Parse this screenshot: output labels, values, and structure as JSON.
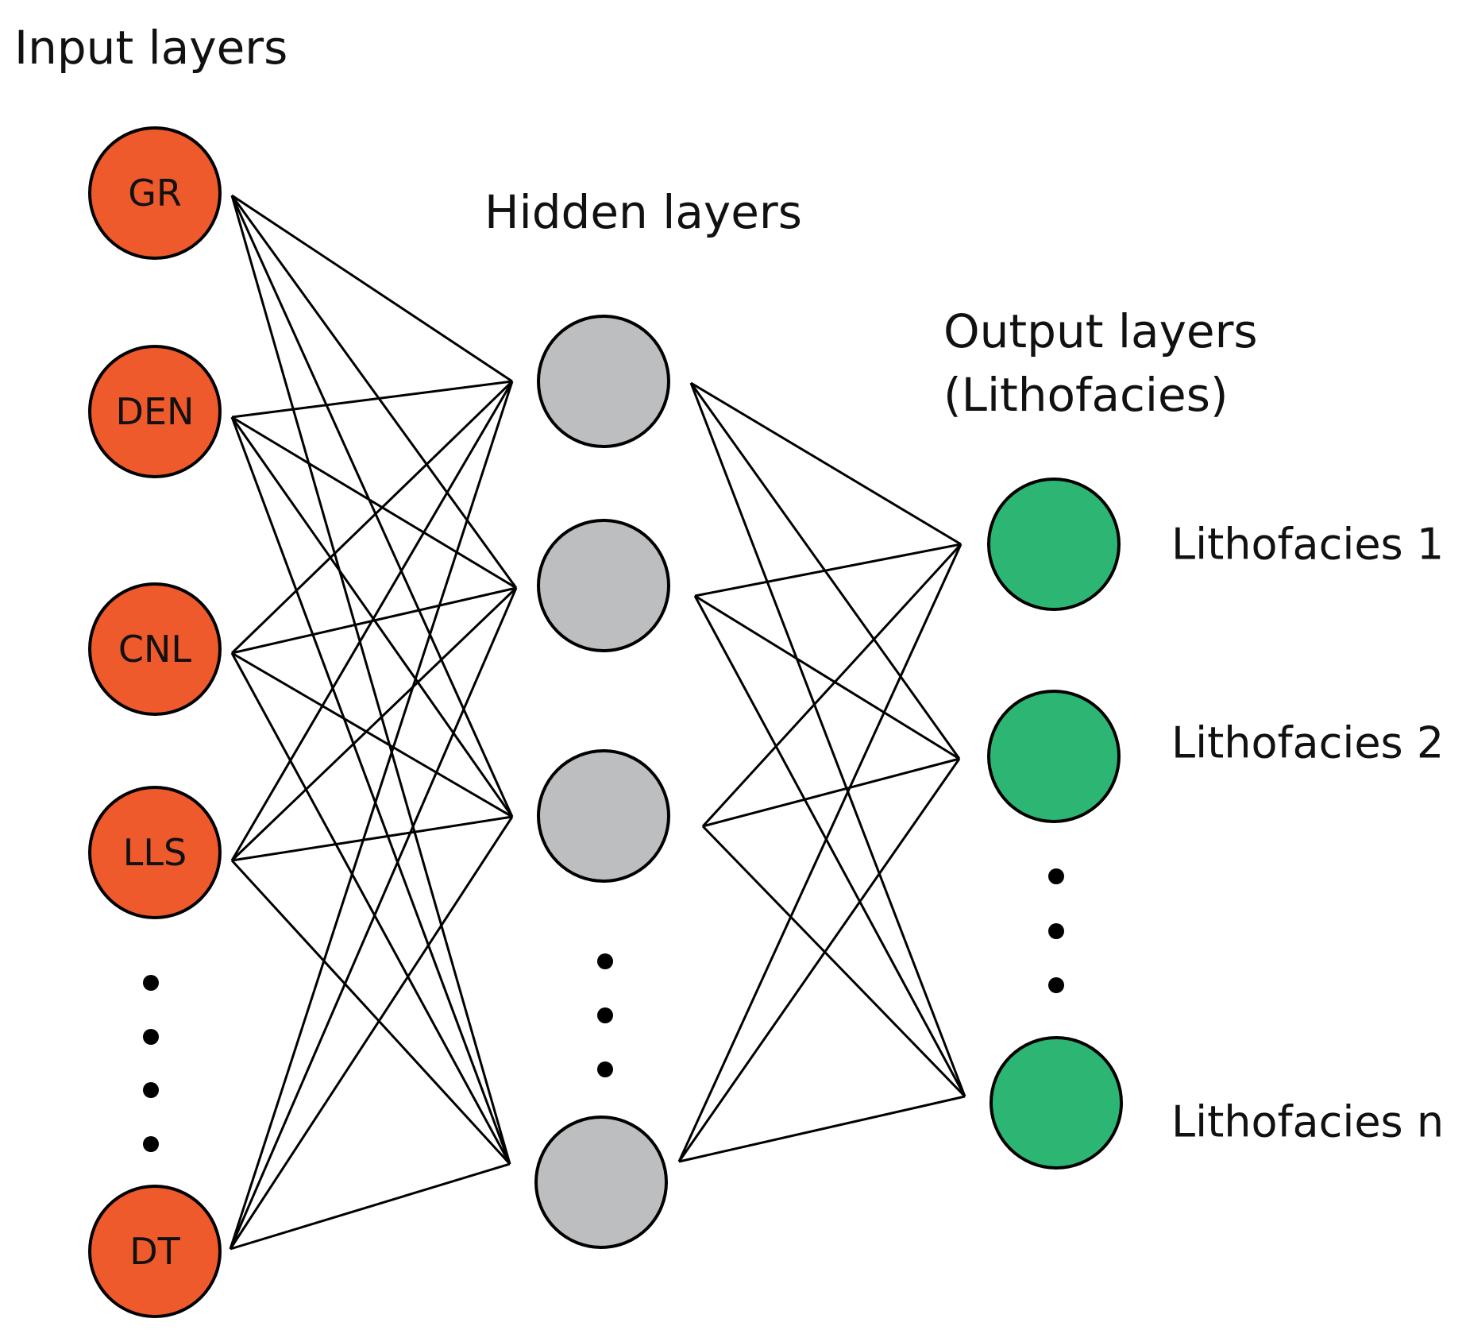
{
  "titles": {
    "input": "Input layers",
    "hidden": "Hidden layers",
    "output_line1": "Output layers",
    "output_line2": "(Lithofacies)"
  },
  "input_nodes": [
    "GR",
    "DEN",
    "CNL",
    "LLS",
    "DT"
  ],
  "output_labels": [
    "Lithofacies 1",
    "Lithofacies 2",
    "Lithofacies n"
  ],
  "colors": {
    "input_fill": "#ee5a2b",
    "hidden_fill": "#bdbec0",
    "output_fill": "#2db673",
    "edge": "#000000"
  }
}
